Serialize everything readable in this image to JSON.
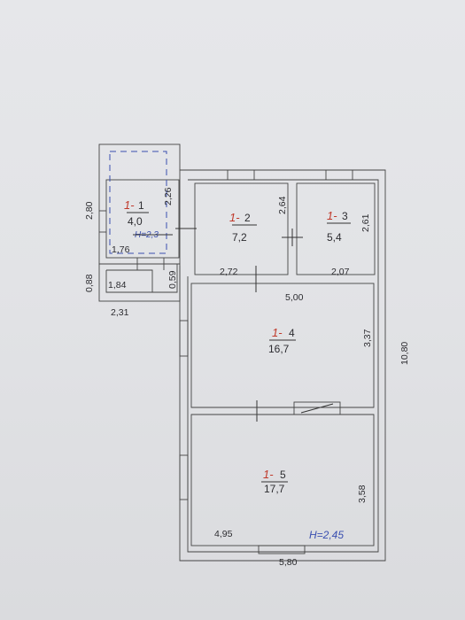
{
  "rooms": [
    {
      "id": "1",
      "area": "4,0"
    },
    {
      "id": "2",
      "area": "7,2"
    },
    {
      "id": "3",
      "area": "5,4"
    },
    {
      "id": "4",
      "area": "16,7"
    },
    {
      "id": "5",
      "area": "17,7"
    }
  ],
  "room_prefix": "1-",
  "dims": {
    "d_2_80": "2,80",
    "d_2_26": "2,26",
    "d_1_76": "1,76",
    "d_0_88": "0,88",
    "d_1_84": "1,84",
    "d_0_59": "0,59",
    "d_2_31": "2,31",
    "d_2_64": "2,64",
    "d_2_72": "2,72",
    "d_2_61": "2,61",
    "d_2_07": "2,07",
    "d_5_00": "5,00",
    "d_3_37": "3,37",
    "d_10_80": "10,80",
    "d_3_58": "3,58",
    "d_4_95": "4,95",
    "d_5_80": "5,80"
  },
  "heights": {
    "h_room1": "Н=2,3",
    "h_main": "Н=2,45"
  }
}
